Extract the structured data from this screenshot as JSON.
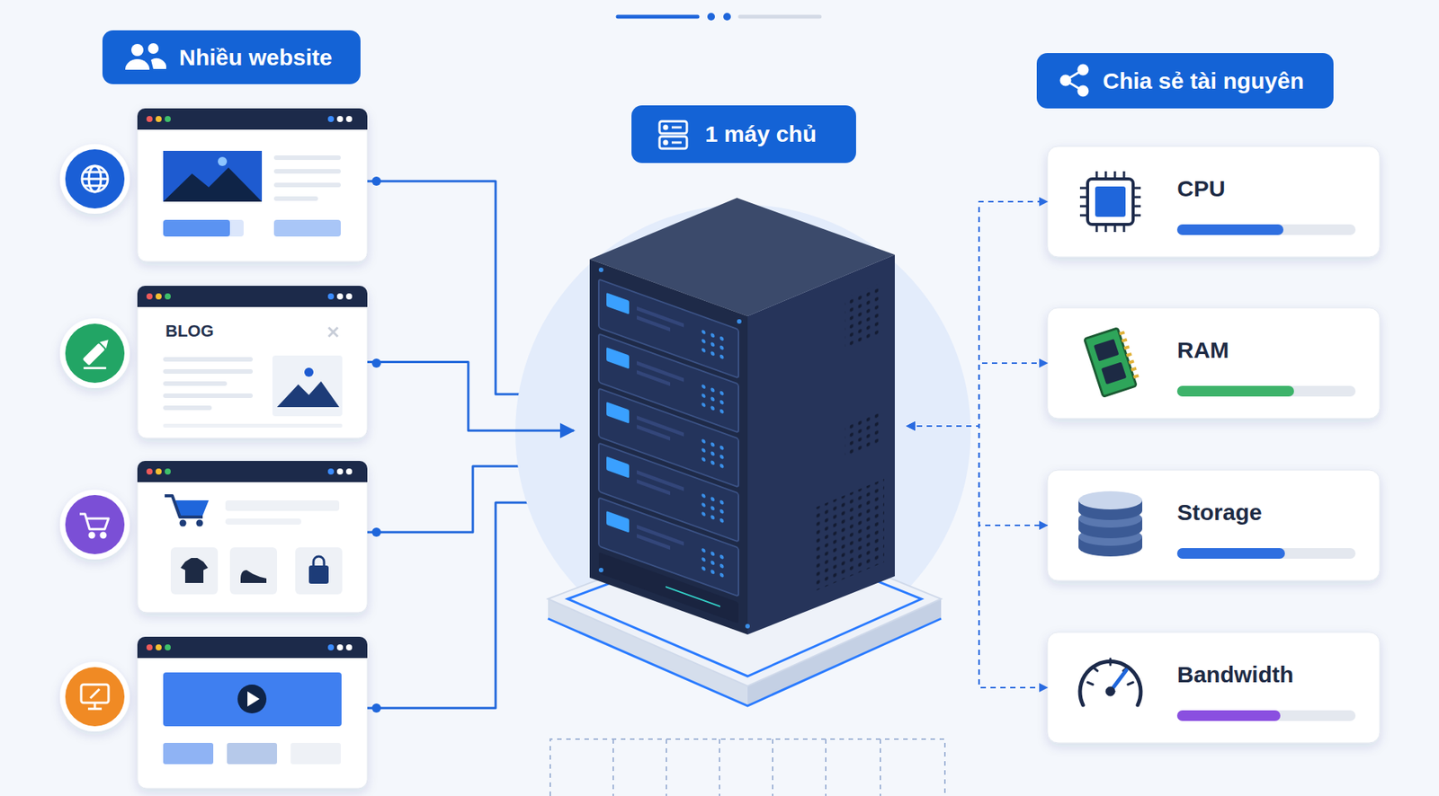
{
  "diagram": {
    "nodes": [
      {
        "text": [
          "Nhiều website"
        ]
      },
      {
        "text": [
          "BLOG"
        ]
      },
      {
        "text": [
          "1 máy chủ"
        ]
      },
      {
        "text": [
          "Chia sẻ tài nguyên"
        ]
      },
      {
        "text": [
          "CPU"
        ]
      },
      {
        "text": [
          "RAM"
        ]
      },
      {
        "text": [
          "Storage"
        ]
      },
      {
        "text": [
          "Bandwidth"
        ]
      }
    ],
    "edges": [
      {
        "from": 1,
        "to": 2,
        "arrow": "to"
      },
      {
        "from": 2,
        "to": 4,
        "arrow": "both"
      },
      {
        "from": 2,
        "to": 5,
        "arrow": "both"
      },
      {
        "from": 2,
        "to": 6,
        "arrow": "both"
      },
      {
        "from": 2,
        "to": 7,
        "arrow": "both"
      }
    ]
  }
}
